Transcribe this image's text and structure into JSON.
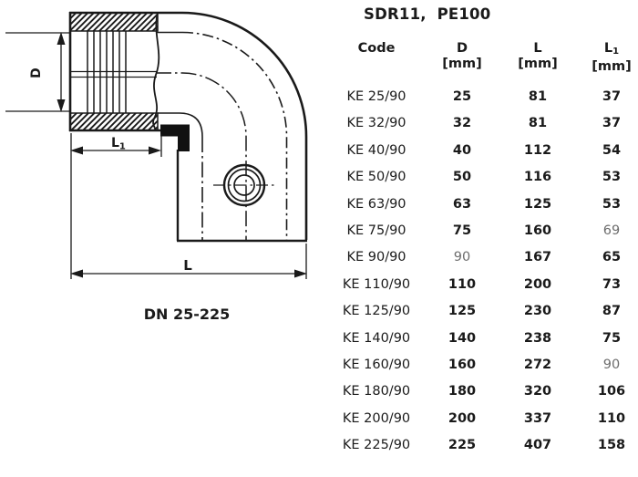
{
  "diagram": {
    "dim_d_label": "D",
    "dim_l1_main": "L",
    "dim_l1_sub": "1",
    "dim_l_label": "L",
    "dn_range": "DN 25-225",
    "line_color": "#1a1a1a"
  },
  "table": {
    "title": "SDR11,  PE100",
    "headers": {
      "code": "Code",
      "d_main": "D",
      "d_unit": "[mm]",
      "l_main": "L",
      "l_unit": "[mm]",
      "l1_main": "L",
      "l1_sub": "1",
      "l1_unit": "[mm]"
    },
    "rows": [
      {
        "code": "KE 25/90",
        "d": "25",
        "l": "81",
        "l1": "37",
        "muted": []
      },
      {
        "code": "KE 32/90",
        "d": "32",
        "l": "81",
        "l1": "37",
        "muted": []
      },
      {
        "code": "KE 40/90",
        "d": "40",
        "l": "112",
        "l1": "54",
        "muted": []
      },
      {
        "code": "KE 50/90",
        "d": "50",
        "l": "116",
        "l1": "53",
        "muted": []
      },
      {
        "code": "KE 63/90",
        "d": "63",
        "l": "125",
        "l1": "53",
        "muted": []
      },
      {
        "code": "KE 75/90",
        "d": "75",
        "l": "160",
        "l1": "69",
        "muted": [
          "l1"
        ]
      },
      {
        "code": "KE 90/90",
        "d": "90",
        "l": "167",
        "l1": "65",
        "muted": [
          "d"
        ]
      },
      {
        "code": "KE 110/90",
        "d": "110",
        "l": "200",
        "l1": "73",
        "muted": []
      },
      {
        "code": "KE 125/90",
        "d": "125",
        "l": "230",
        "l1": "87",
        "muted": []
      },
      {
        "code": "KE 140/90",
        "d": "140",
        "l": "238",
        "l1": "75",
        "muted": []
      },
      {
        "code": "KE 160/90",
        "d": "160",
        "l": "272",
        "l1": "90",
        "muted": [
          "l1"
        ]
      },
      {
        "code": "KE 180/90",
        "d": "180",
        "l": "320",
        "l1": "106",
        "muted": []
      },
      {
        "code": "KE 200/90",
        "d": "200",
        "l": "337",
        "l1": "110",
        "muted": []
      },
      {
        "code": "KE 225/90",
        "d": "225",
        "l": "407",
        "l1": "158",
        "muted": []
      }
    ]
  }
}
